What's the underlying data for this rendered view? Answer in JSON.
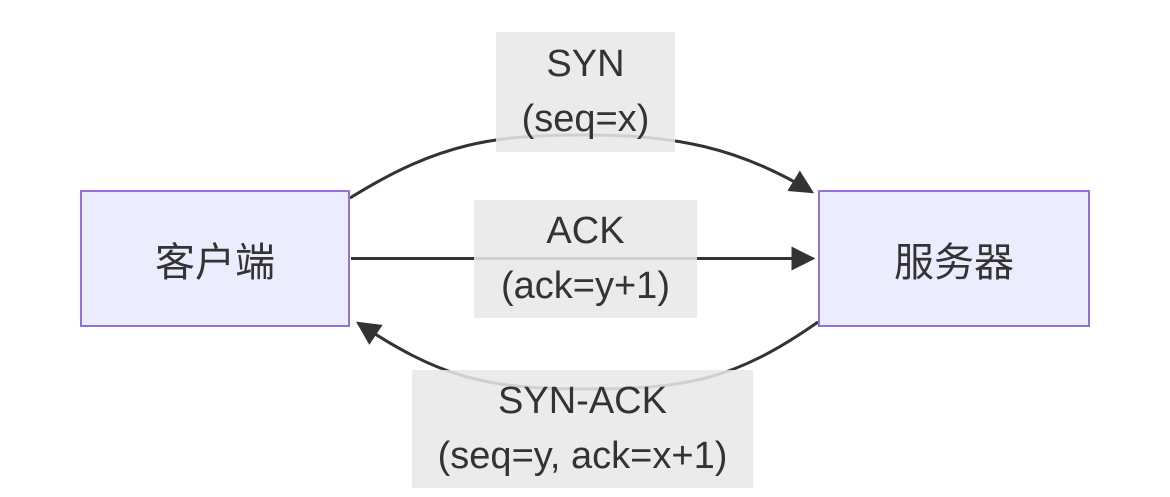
{
  "diagram": {
    "kind": "flowchart",
    "background": "#ffffff",
    "nodes": [
      {
        "id": "client",
        "label": "客户端"
      },
      {
        "id": "server",
        "label": "服务器"
      }
    ],
    "edges": [
      {
        "from": "client",
        "to": "server",
        "label": "SYN",
        "params": "(seq=x)",
        "shape": "arc-top"
      },
      {
        "from": "client",
        "to": "server",
        "label": "ACK",
        "params": "(ack=y+1)",
        "shape": "straight"
      },
      {
        "from": "server",
        "to": "client",
        "label": "SYN-ACK",
        "params": "(seq=y, ack=x+1)",
        "shape": "arc-bottom"
      }
    ],
    "colors": {
      "node_fill": "#ECECFF",
      "node_border": "#9370DB",
      "edge_stroke": "#333333",
      "label_background": "#e8e8e8",
      "text": "#333333"
    }
  }
}
